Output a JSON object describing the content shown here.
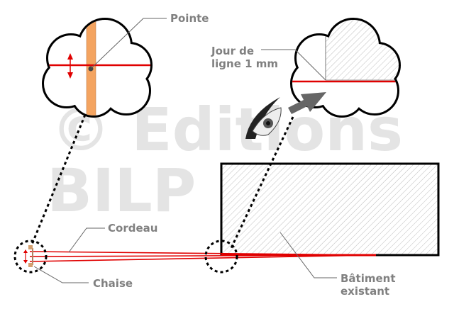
{
  "watermark": {
    "line1": "© Editions",
    "line2": "BILP"
  },
  "labels": {
    "pointe": "Pointe",
    "jour_line1": "Jour de",
    "jour_line2": "ligne 1 mm",
    "cordeau": "Cordeau",
    "chaise": "Chaise",
    "batiment_line1": "Bâtiment",
    "batiment_line2": "existant"
  },
  "colors": {
    "cordeau": "#e00000",
    "chaise": "#f4a460",
    "label": "#808080",
    "arrow": "#666666"
  }
}
